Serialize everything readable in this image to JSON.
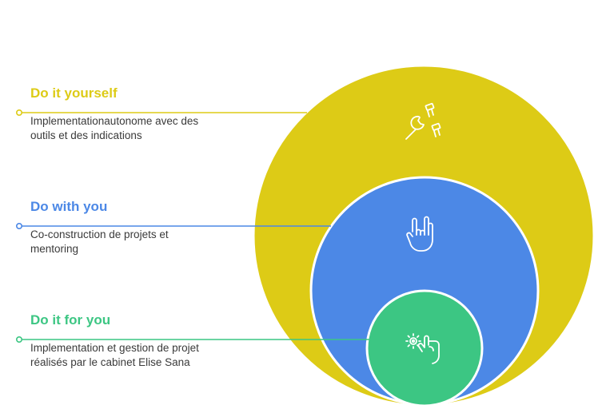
{
  "levels": [
    {
      "title": "Do it yourself",
      "description_line1": "Implementationautonome avec des",
      "description_line2": "outils et des indications",
      "color": "#ddcb16",
      "icon": "wrench-bolts-icon"
    },
    {
      "title": "Do with you",
      "description_line1": "Co-construction de projets et",
      "description_line2": "mentoring",
      "color": "#4c88e6",
      "icon": "hand-rock-gesture-icon"
    },
    {
      "title": "Do it for you",
      "description_line1": "Implementation et gestion de projet",
      "description_line2": "réalisés par le cabinet Elise Sana",
      "color": "#3cc683",
      "icon": "hand-gear-icon"
    }
  ]
}
